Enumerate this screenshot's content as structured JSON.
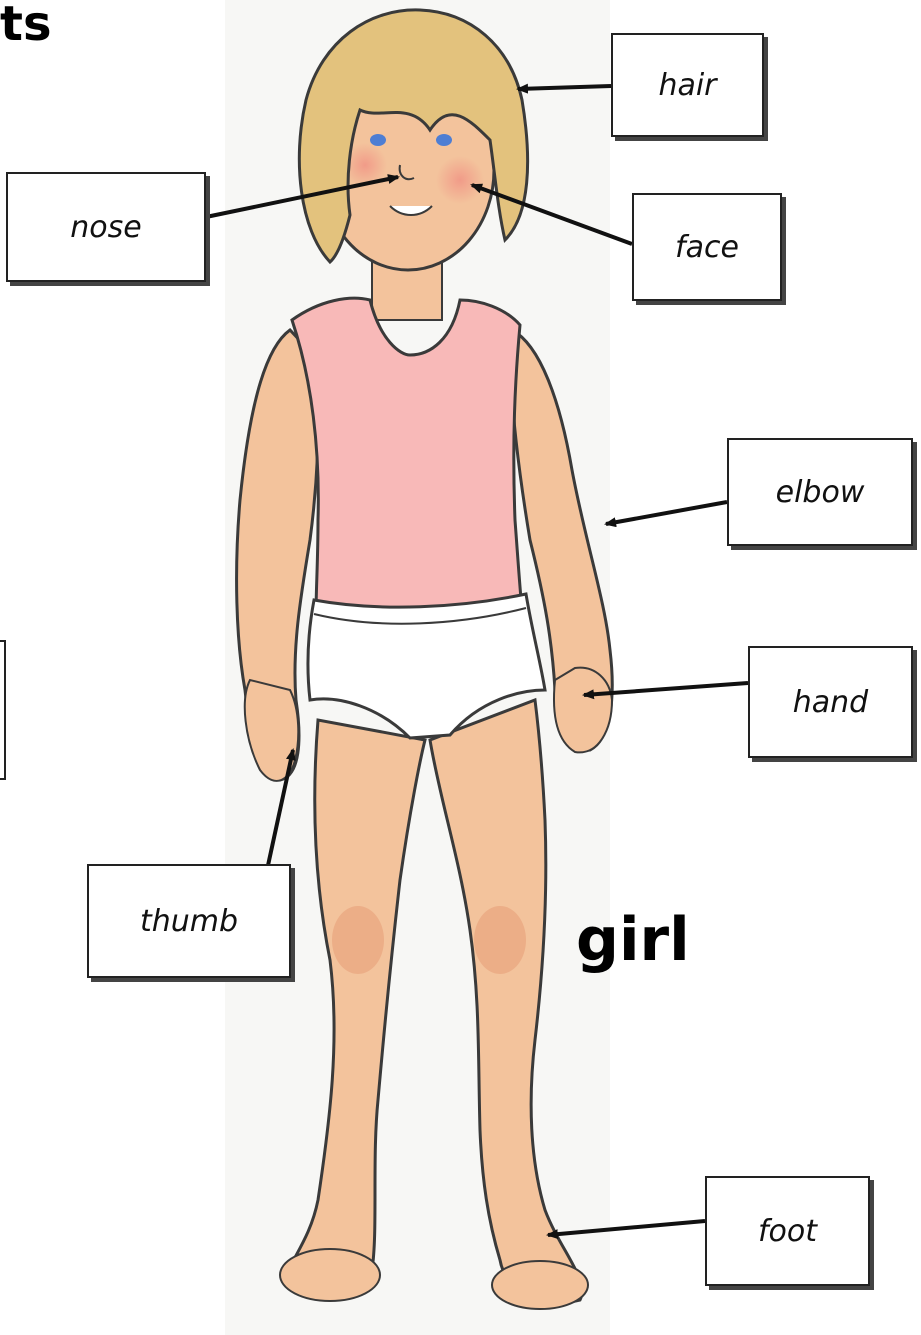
{
  "heading_fragment": "ts",
  "caption": "girl",
  "labels": {
    "hair": "hair",
    "nose": "nose",
    "face": "face",
    "elbow": "elbow",
    "hand": "hand",
    "thumb": "thumb",
    "foot": "foot"
  },
  "colors": {
    "skin": "#f3c39c",
    "skin_shade": "#e8a07a",
    "hair": "#e3c27d",
    "vest": "#f8b9b8",
    "pants": "#ffffff",
    "outline": "#3a3a3a",
    "arrow": "#111111"
  }
}
